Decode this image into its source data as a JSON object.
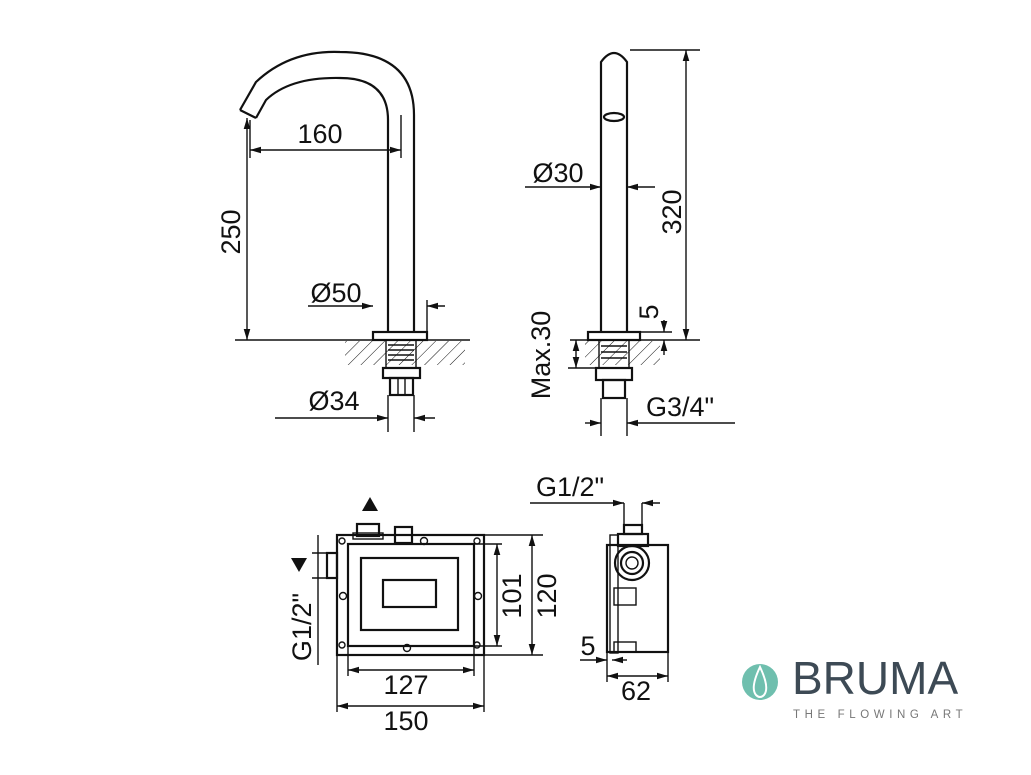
{
  "front_view": {
    "width_160": "160",
    "height_250": "250",
    "dia_50": "Ø50",
    "dia_34": "Ø34"
  },
  "side_view": {
    "height_320": "320",
    "dia_30": "Ø30",
    "max_30": "Max.30",
    "plate_5": "5",
    "thread": "G3/4\""
  },
  "box_front": {
    "width_127": "127",
    "width_150": "150",
    "height_101": "101",
    "height_120": "120",
    "inlet": "G1/2\""
  },
  "box_side": {
    "thread": "G1/2\"",
    "offset_5": "5",
    "depth_62": "62"
  },
  "logo": {
    "brand": "BRUMA",
    "tagline": "THE FLOWING ART",
    "color": "#6fbfae"
  }
}
